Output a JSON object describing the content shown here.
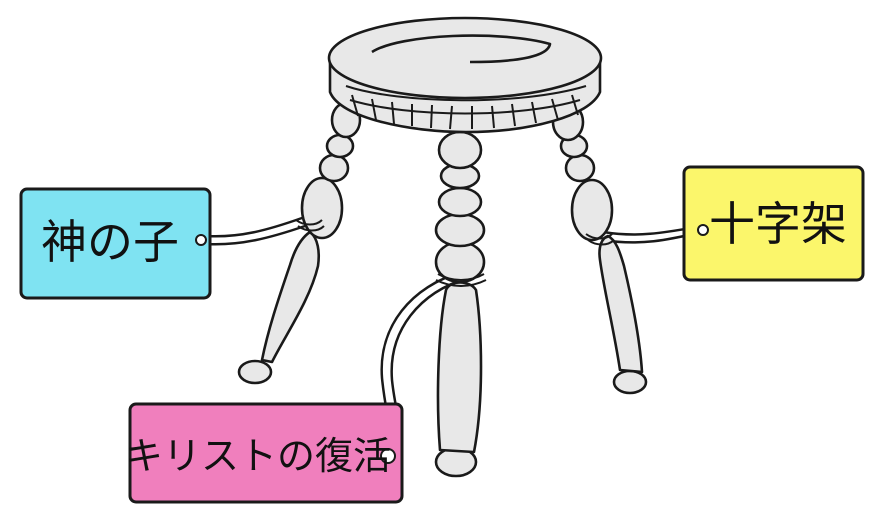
{
  "labels": {
    "left": {
      "text": "神の子",
      "color": "#7fe3f2"
    },
    "right": {
      "text": "十字架",
      "color": "#fbf66b"
    },
    "bottom": {
      "text": "キリストの復活",
      "color": "#f07fbd"
    }
  },
  "colors": {
    "stool_fill": "#e8e8e8",
    "ink": "#1a1a1a",
    "background": "#ffffff"
  }
}
